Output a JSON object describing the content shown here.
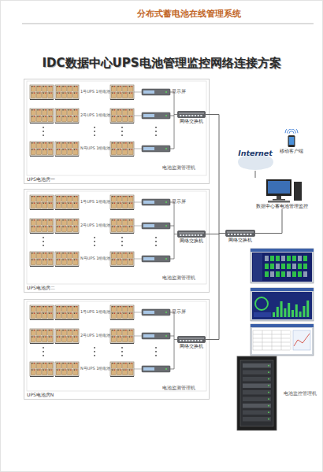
{
  "diagram": {
    "title": "IDC数据中心UPS电池管理监控网络连接方案",
    "nodes": [
      {
        "text": [
          "UPS电池房一"
        ]
      },
      {
        "text": [
          "网络交换机"
        ],
        "in": 0
      },
      {
        "text": [
          "UPS电池房二"
        ]
      },
      {
        "text": [
          "网络交换机"
        ],
        "in": 2
      },
      {
        "text": [
          "UPS电池房N"
        ]
      },
      {
        "text": [
          "网络交换机"
        ],
        "in": 4
      },
      {
        "text": [
          "网络交换机"
        ]
      },
      {
        "text": [
          "Internet"
        ]
      },
      {
        "text": [
          "移动客户端"
        ]
      },
      {
        "text": [
          "数据中心蓄电池管理监控"
        ]
      },
      {
        "text": [
          "电池监控管理机"
        ]
      }
    ],
    "edges": [
      {
        "from": 1,
        "to": 6,
        "arrow": "none"
      },
      {
        "from": 3,
        "to": 6,
        "arrow": "none"
      },
      {
        "from": 5,
        "to": 6,
        "arrow": "none"
      },
      {
        "from": 6,
        "to": 9,
        "arrow": "none"
      },
      {
        "from": 7,
        "to": 9,
        "arrow": "none"
      }
    ],
    "labels": [
      "分布式蓄电池在线管理系统",
      "1号UPS 1组电池",
      "2号UPS 1组电池",
      "N号UPS 1组电池",
      "显示屏",
      "电池监测管理机",
      "1号UPS 1组电池",
      "2号UPS 1组电池",
      "N号UPS 1组电池",
      "显示屏",
      "电池监测管理机",
      "1号UPS 1组电池",
      "2号UPS 1组电池",
      "N号UPS 1组电池",
      "显示屏",
      "电池监测管理机"
    ]
  }
}
